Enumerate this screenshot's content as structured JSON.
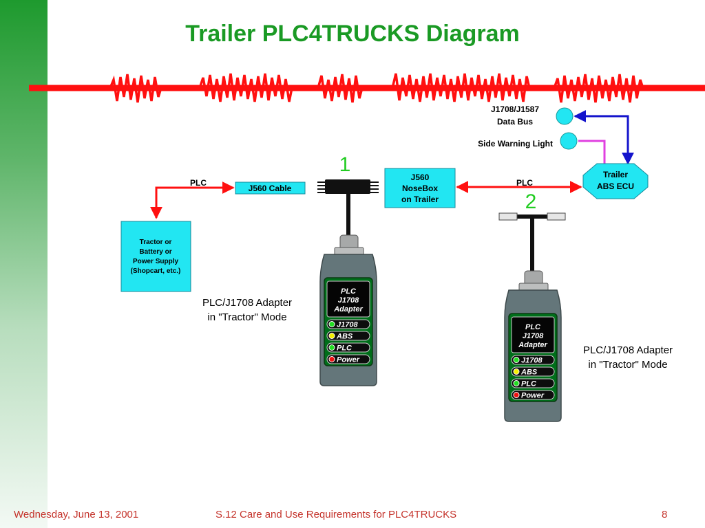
{
  "slide": {
    "title": "Trailer PLC4TRUCKS Diagram",
    "footer_left": "Wednesday, June 13, 2001",
    "footer_center": "S.12 Care and Use Requirements for PLC4TRUCKS",
    "footer_right": "8"
  },
  "colors": {
    "title": "#1a9a24",
    "sidebar_top": "#1e9a2e",
    "footer_text": "#c4322a",
    "power_line": "#ff1010",
    "box_fill": "#22e6f2",
    "bus_arrow": "#1414cc",
    "warning_wire": "#e040e0",
    "adapter_body": "#64767a",
    "adapter_panel": "#006e1a",
    "number_marker": "#22cc22"
  },
  "diagram": {
    "labels": {
      "data_bus_line1": "J1708/J1587",
      "data_bus_line2": "Data Bus",
      "side_warning_light": "Side Warning Light",
      "plc_left": "PLC",
      "plc_right": "PLC",
      "marker_1": "1",
      "marker_2": "2"
    },
    "boxes": {
      "j560_cable": "J560 Cable",
      "nosebox_line1": "J560",
      "nosebox_line2": "NoseBox",
      "nosebox_line3": "on Trailer",
      "ecu_line1": "Trailer",
      "ecu_line2": "ABS ECU",
      "power_line1": "Tractor or",
      "power_line2": "Battery or",
      "power_line3": "Power Supply",
      "power_line4": "(Shopcart, etc.)"
    },
    "adapter_1": {
      "screen_line1": "PLC",
      "screen_line2": "J1708",
      "screen_line3": "Adapter",
      "indicators": [
        {
          "label": "J1708",
          "led": "#22dd22"
        },
        {
          "label": "ABS",
          "led": "#f4f000"
        },
        {
          "label": "PLC",
          "led": "#22dd22"
        },
        {
          "label": "Power",
          "led": "#ee1111"
        }
      ],
      "caption_line1": "PLC/J1708 Adapter",
      "caption_line2": "in \"Tractor\" Mode"
    },
    "adapter_2": {
      "screen_line1": "PLC",
      "screen_line2": "J1708",
      "screen_line3": "Adapter",
      "indicators": [
        {
          "label": "J1708",
          "led": "#22dd22"
        },
        {
          "label": "ABS",
          "led": "#f4f000"
        },
        {
          "label": "PLC",
          "led": "#22dd22"
        },
        {
          "label": "Power",
          "led": "#ee1111"
        }
      ],
      "caption_line1": "PLC/J1708 Adapter",
      "caption_line2": "in \"Tractor\" Mode"
    }
  }
}
